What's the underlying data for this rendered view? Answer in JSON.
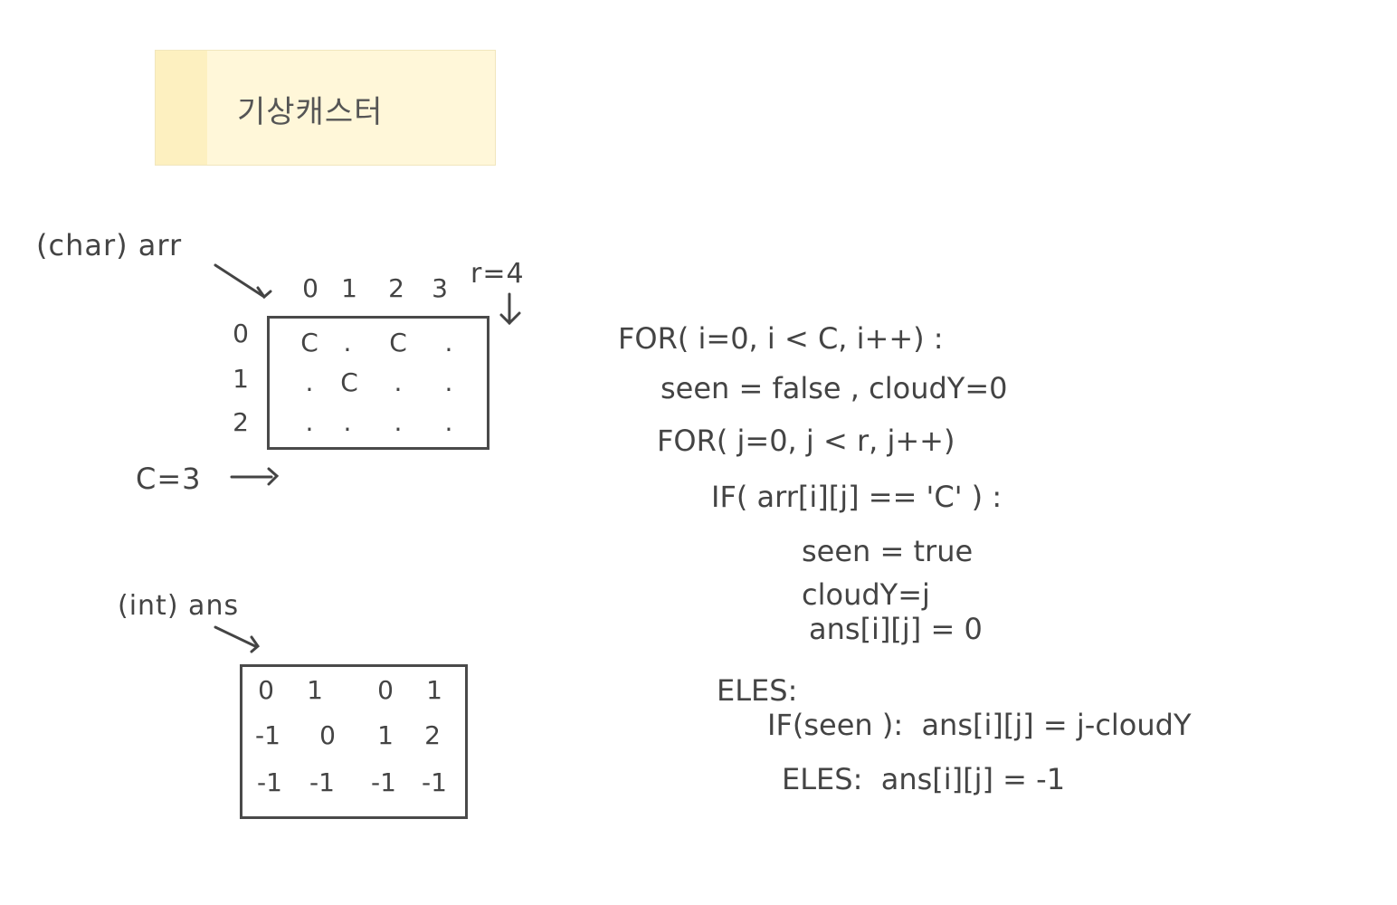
{
  "sticky_note": {
    "title": "기상캐스터"
  },
  "arr_diagram": {
    "label": "(char) arr",
    "col_headers": [
      "0",
      "1",
      "2",
      "3"
    ],
    "row_headers": [
      "0",
      "1",
      "2"
    ],
    "r_label": "r=4",
    "c_label": "C=3",
    "rows": [
      [
        "C",
        ".",
        "C",
        "."
      ],
      [
        ".",
        "C",
        ".",
        "."
      ],
      [
        ".",
        ".",
        ".",
        "."
      ]
    ]
  },
  "ans_diagram": {
    "label": "(int) ans",
    "rows": [
      [
        "0",
        "1",
        "0",
        "1"
      ],
      [
        "-1",
        "0",
        "1",
        "2"
      ],
      [
        "-1",
        "-1",
        "-1",
        "-1"
      ]
    ]
  },
  "pseudocode": {
    "lines": [
      "FOR( i=0, i < C, i++) :",
      "seen = false , cloudY=0",
      "FOR( j=0, j < r, j++)",
      "IF( arr[i][j] == 'C' ) :",
      "seen = true",
      "cloudY=j",
      "ans[i][j] = 0",
      "ELES:",
      "IF(seen ):  ans[i][j] = j-cloudY",
      "ELES:  ans[i][j] = -1"
    ]
  }
}
